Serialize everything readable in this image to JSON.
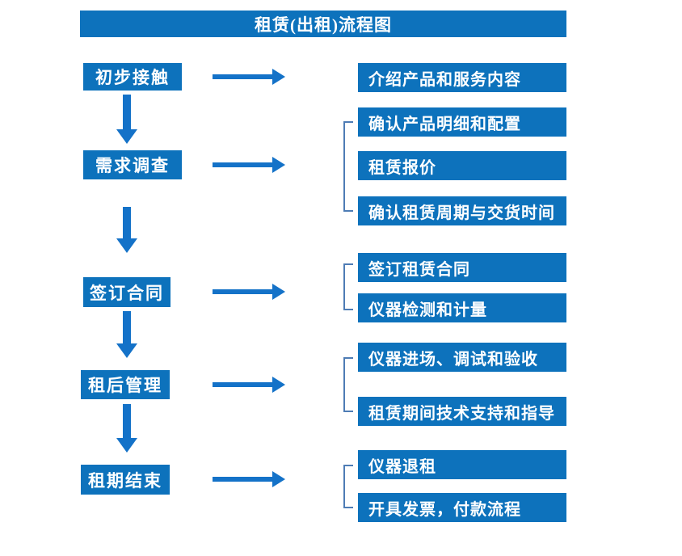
{
  "title": "租赁(出租)流程图",
  "colors": {
    "box_blue": "#0d72bc",
    "arrow_blue": "#1472c8",
    "bracket_blue": "#4e7cb5",
    "text_white": "#ffffff",
    "background": "#ffffff"
  },
  "stages": [
    {
      "label": "初步接触",
      "outputs": [
        "介绍产品和服务内容"
      ]
    },
    {
      "label": "需求调查",
      "outputs": [
        "确认产品明细和配置",
        "租赁报价",
        "确认租赁周期与交货时间"
      ]
    },
    {
      "label": "签订合同",
      "outputs": [
        "签订租赁合同",
        "仪器检测和计量"
      ]
    },
    {
      "label": "租后管理",
      "outputs": [
        "仪器进场、调试和验收",
        "租赁期间技术支持和指导"
      ]
    },
    {
      "label": "租期结束",
      "outputs": [
        "仪器退租",
        "开具发票，付款流程"
      ]
    }
  ]
}
